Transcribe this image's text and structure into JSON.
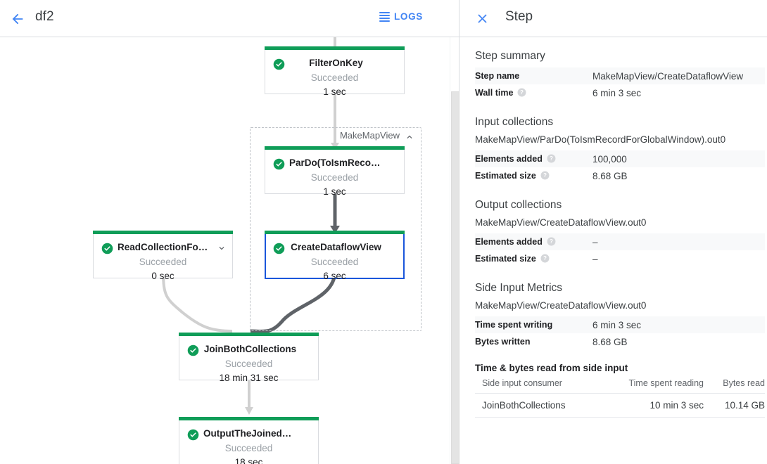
{
  "toolbar": {
    "back_icon": "arrow-left-icon",
    "job_title": "df2",
    "logs_label": "LOGS",
    "logs_icon": "logs-hamburger-icon"
  },
  "colors": {
    "accent_blue": "#4285f4",
    "selected_border": "#1a56db",
    "success_green": "#0f9d58",
    "edge_default": "#d0d0d0",
    "edge_highlight": "#5f6368",
    "row_alt": "#f8f9fa"
  },
  "graph": {
    "group": {
      "label": "MakeMapView",
      "collapse_icon": "chevron-up-icon"
    },
    "nodes": [
      {
        "id": "filter-on-key",
        "title": "FilterOnKey",
        "status": "Succeeded",
        "time": "1 sec",
        "status_icon": "check-circle-icon",
        "selected": false,
        "expand_icon": null
      },
      {
        "id": "pardo-toismrecordfor",
        "title": "ParDo(ToIsmRecordFor…",
        "status": "Succeeded",
        "time": "1 sec",
        "status_icon": "check-circle-icon",
        "selected": false,
        "expand_icon": null
      },
      {
        "id": "create-dataflow-view",
        "title": "CreateDataflowView",
        "status": "Succeeded",
        "time": "6 sec",
        "status_icon": "check-circle-icon",
        "selected": true,
        "expand_icon": null
      },
      {
        "id": "read-collection-for-join",
        "title": "ReadCollectionForJoin",
        "status": "Succeeded",
        "time": "0 sec",
        "status_icon": "check-circle-icon",
        "selected": false,
        "expand_icon": "chevron-down-icon"
      },
      {
        "id": "join-both-collections",
        "title": "JoinBothCollections",
        "status": "Succeeded",
        "time": "18 min 31 sec",
        "status_icon": "check-circle-icon",
        "selected": false,
        "expand_icon": null
      },
      {
        "id": "output-the-joined-collec",
        "title": "OutputTheJoinedCollec…",
        "status": "Succeeded",
        "time": "18 sec",
        "status_icon": "check-circle-icon",
        "selected": false,
        "expand_icon": null
      }
    ]
  },
  "side_panel": {
    "close_icon": "close-icon",
    "title": "Step",
    "step_summary": {
      "heading": "Step summary",
      "rows": [
        {
          "key": "Step name",
          "value": "MakeMapView/CreateDataflowView",
          "help": false
        },
        {
          "key": "Wall time",
          "value": "6 min 3 sec",
          "help": true
        }
      ]
    },
    "input_collections": {
      "heading": "Input collections",
      "collection_name": "MakeMapView/ParDo(ToIsmRecordForGlobalWindow).out0",
      "rows": [
        {
          "key": "Elements added",
          "value": "100,000",
          "help": true
        },
        {
          "key": "Estimated size",
          "value": "8.68 GB",
          "help": true
        }
      ]
    },
    "output_collections": {
      "heading": "Output collections",
      "collection_name": "MakeMapView/CreateDataflowView.out0",
      "rows": [
        {
          "key": "Elements added",
          "value": "–",
          "help": true
        },
        {
          "key": "Estimated size",
          "value": "–",
          "help": true
        }
      ]
    },
    "side_input_metrics": {
      "heading": "Side Input Metrics",
      "collection_name": "MakeMapView/CreateDataflowView.out0",
      "rows": [
        {
          "key": "Time spent writing",
          "value": "6 min 3 sec",
          "help": false
        },
        {
          "key": "Bytes written",
          "value": "8.68 GB",
          "help": false
        }
      ],
      "read_table": {
        "title": "Time & bytes read from side input",
        "columns": [
          "Side input consumer",
          "Time spent reading",
          "Bytes read"
        ],
        "rows": [
          [
            "JoinBothCollections",
            "10 min 3 sec",
            "10.14 GB"
          ]
        ]
      }
    }
  }
}
